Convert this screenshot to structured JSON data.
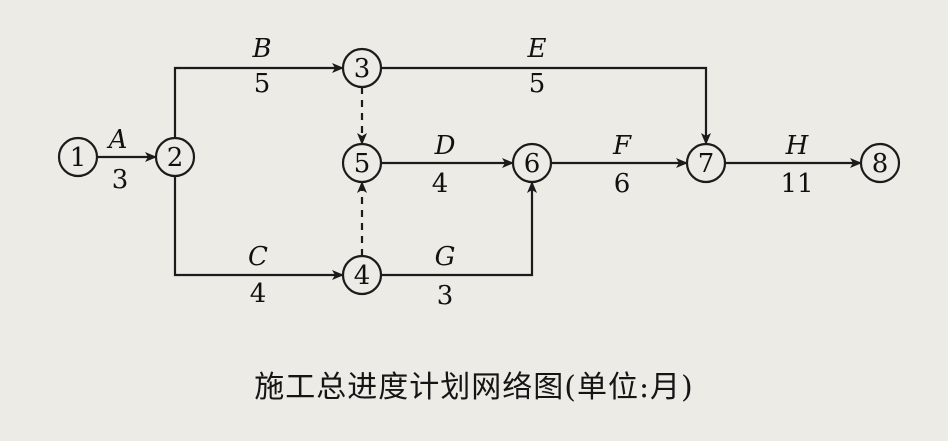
{
  "diagram": {
    "caption": "施工总进度计划网络图(单位:月)",
    "colors": {
      "line": "#1b1b1b",
      "background": "#ecebe6"
    },
    "nodes": [
      "1",
      "2",
      "3",
      "4",
      "5",
      "6",
      "7",
      "8"
    ],
    "activities": [
      {
        "from": "1",
        "to": "2",
        "name": "A",
        "duration": "3"
      },
      {
        "from": "2",
        "to": "3",
        "name": "B",
        "duration": "5"
      },
      {
        "from": "2",
        "to": "4",
        "name": "C",
        "duration": "4"
      },
      {
        "from": "5",
        "to": "6",
        "name": "D",
        "duration": "4"
      },
      {
        "from": "3",
        "to": "7",
        "name": "E",
        "duration": "5"
      },
      {
        "from": "6",
        "to": "7",
        "name": "F",
        "duration": "6"
      },
      {
        "from": "4",
        "to": "6",
        "name": "G",
        "duration": "3"
      },
      {
        "from": "7",
        "to": "8",
        "name": "H",
        "duration": "11"
      }
    ],
    "dummies": [
      {
        "from": "3",
        "to": "5"
      },
      {
        "from": "4",
        "to": "5"
      }
    ]
  }
}
